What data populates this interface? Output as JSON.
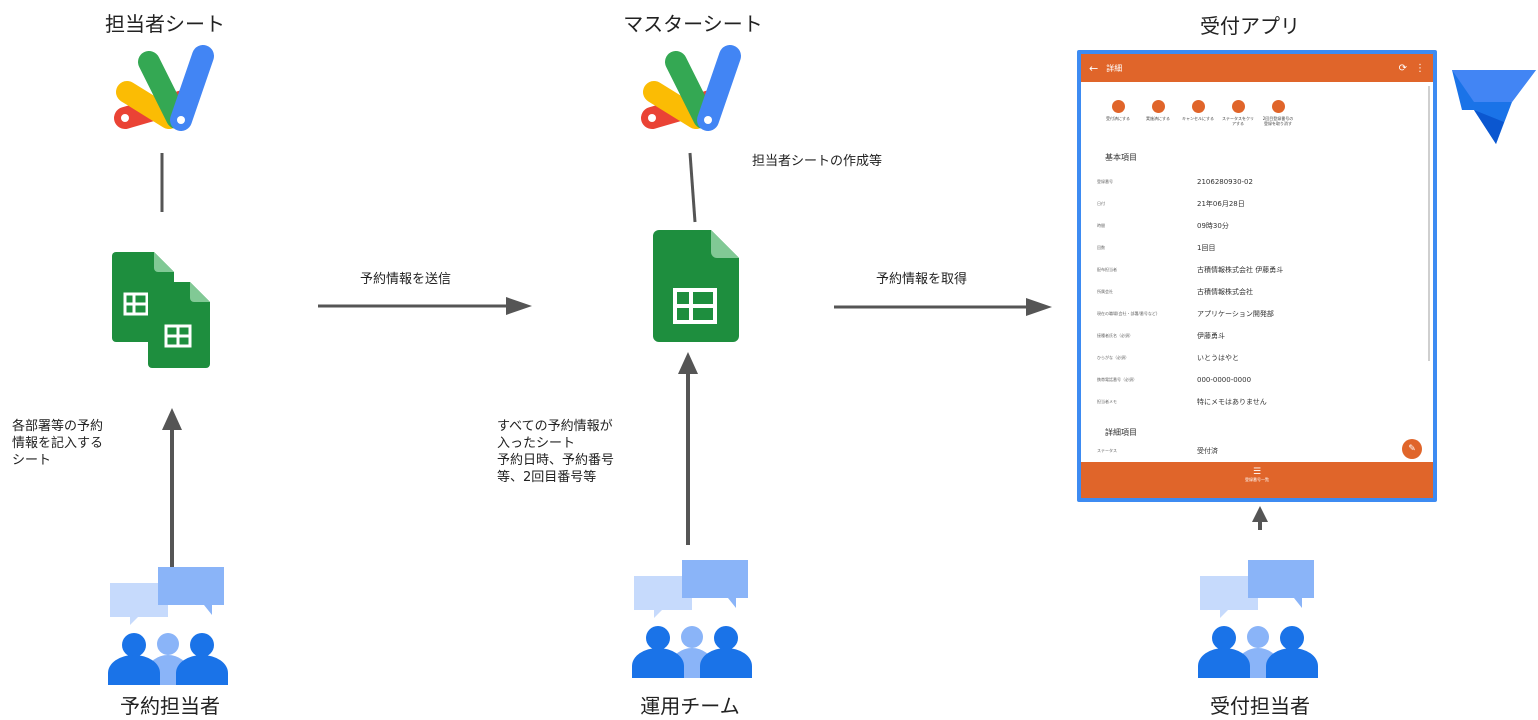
{
  "columns": {
    "left": {
      "title": "担当者シート",
      "person_label": "予約担当者"
    },
    "middle": {
      "title": "マスターシート",
      "person_label": "運用チーム"
    },
    "right": {
      "title": "受付アプリ",
      "person_label": "受付担当者"
    }
  },
  "notes": {
    "left_sheet_desc": "各部署等の予約\n情報を記入する\nシート",
    "master_script_note": "担当者シートの作成等",
    "master_sheet_desc": "すべての予約情報が\n入ったシート\n予約日時、予約番号\n等、2回目番号等"
  },
  "arrows": {
    "send": "予約情報を送信",
    "fetch": "予約情報を取得"
  },
  "app": {
    "header_title": "詳細",
    "actions": [
      {
        "label": "受付済にする",
        "icon": "camera-icon"
      },
      {
        "label": "実施済にする",
        "icon": "person-icon"
      },
      {
        "label": "キャンセルにする",
        "icon": "cancel-icon"
      },
      {
        "label": "ステータスをクリアする",
        "icon": "clear-icon"
      },
      {
        "label": "2回目登録番号の登録を取り消す",
        "icon": "send-icon"
      }
    ],
    "section_basic": "基本項目",
    "fields": [
      {
        "key": "登録番号",
        "value": "2106280930-02"
      },
      {
        "key": "日付",
        "value": "21年06月28日"
      },
      {
        "key": "時間",
        "value": "09時30分"
      },
      {
        "key": "回数",
        "value": "1回目"
      },
      {
        "key": "配布担当者",
        "value": "古積情報株式会社 伊藤勇斗"
      },
      {
        "key": "所属会社",
        "value": "古積情報株式会社"
      },
      {
        "key": "現在の職場(会社・部署/番号など)",
        "value": "アプリケーション開発部"
      },
      {
        "key": "接種者氏名（必須）",
        "value": "伊藤勇斗"
      },
      {
        "key": "ひらがな（必須）",
        "value": "いとうはやと"
      },
      {
        "key": "携帯電話番号（必須）",
        "value": "000-0000-0000"
      },
      {
        "key": "担当者メモ",
        "value": "特にメモはありません"
      }
    ],
    "section_detail": "詳細項目",
    "detail_fields": [
      {
        "key": "ステータス",
        "value": "受付済"
      }
    ],
    "bottom_nav_label": "登録番号一覧"
  },
  "colors": {
    "app_orange": "#e0652a",
    "app_border": "#3d8bf2",
    "sheets_green": "#1e8e3e",
    "arrow_gray": "#555555",
    "person_blue": "#1a73e8",
    "bubble_blue": "#8ab4f8",
    "bubble_light": "#c6dafc"
  }
}
